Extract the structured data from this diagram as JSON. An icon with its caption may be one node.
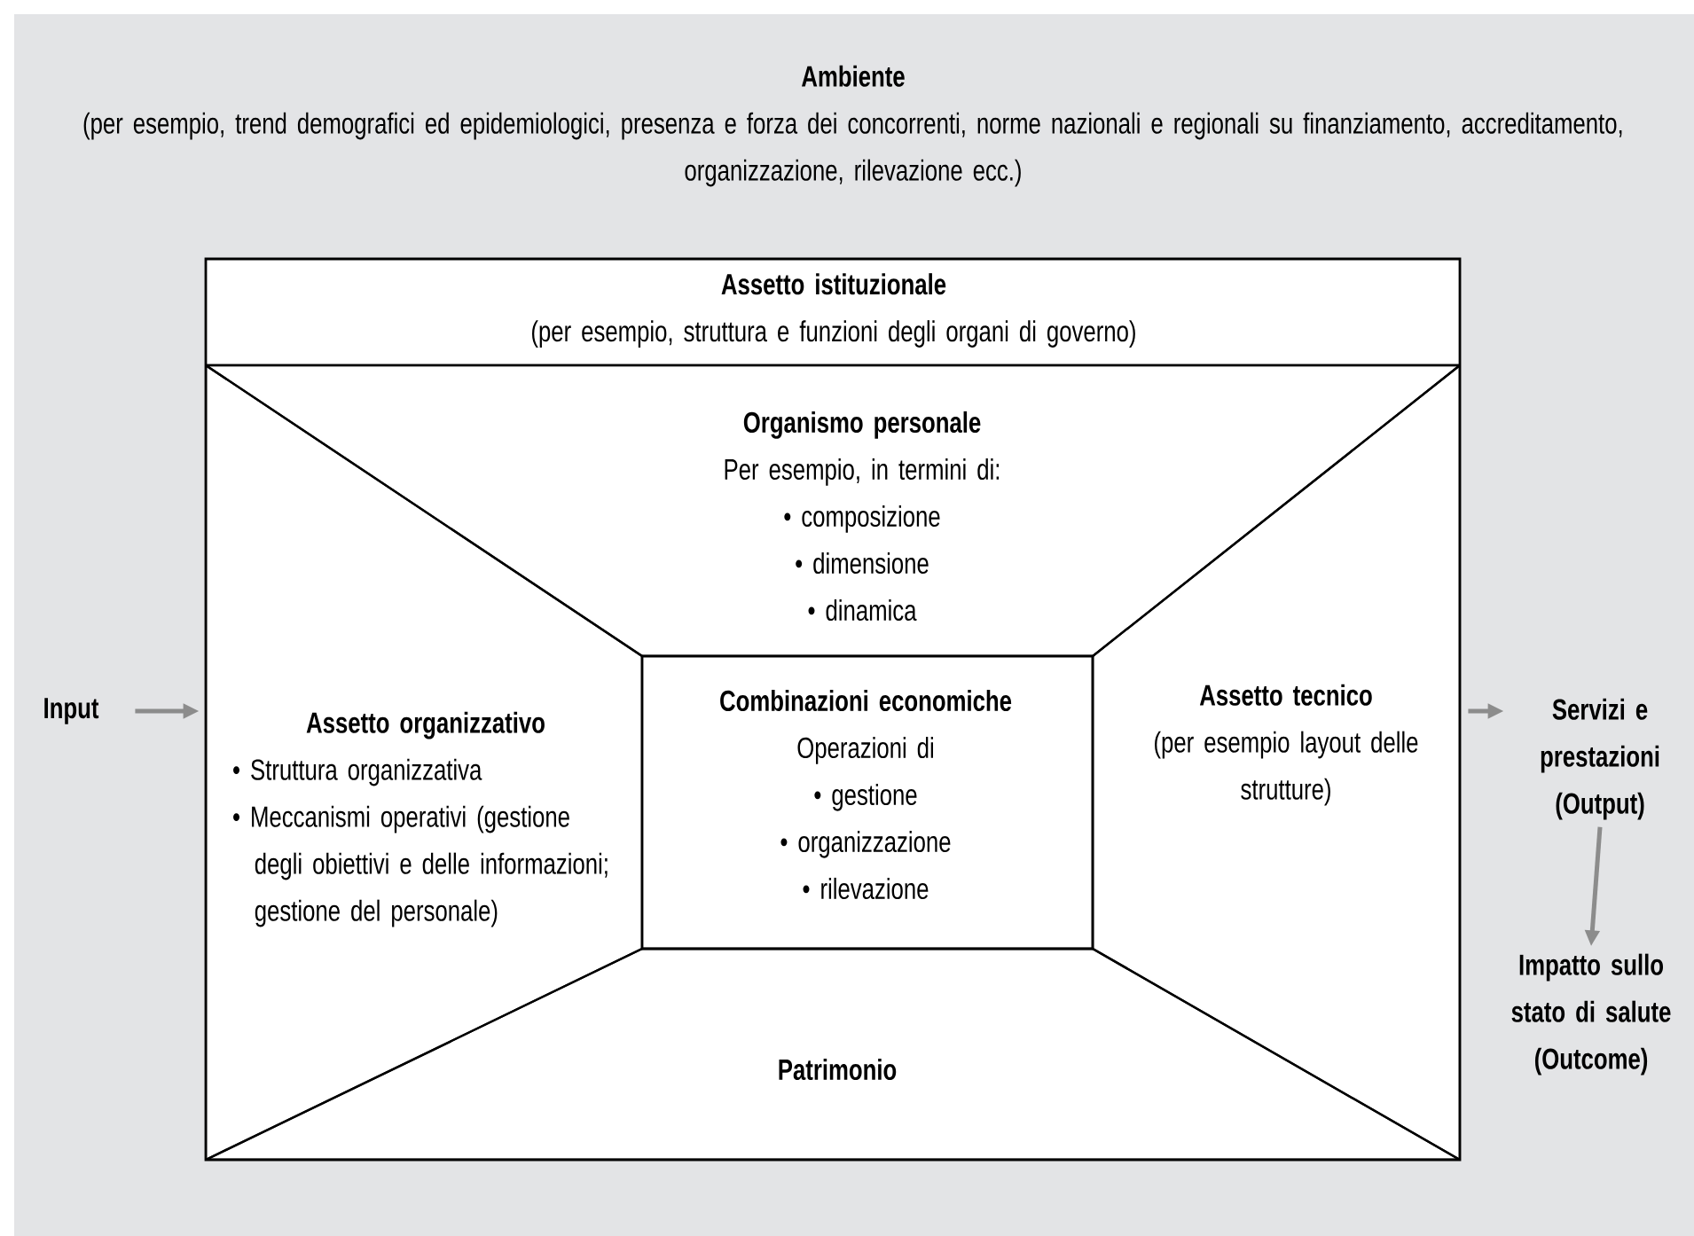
{
  "diagram": {
    "nodes": [
      {
        "text": [
          "Ambiente",
          "(per esempio, trend demografici ed epidemiologici, presenza e forza dei concorrenti, norme nazionali e regionali su finanziamento, accreditamento, organizzazione, rilevazione ecc.)"
        ]
      },
      {
        "text": [],
        "shape": "box",
        "in": 0
      },
      {
        "text": [
          "Assetto istituzionale",
          "(per esempio, struttura e funzioni degli organi di governo)"
        ],
        "in": 1
      },
      {
        "text": [
          "Organismo personale",
          "Per esempio, in termini di:",
          "• composizione",
          "• dimensione",
          "• dinamica"
        ],
        "in": 1
      },
      {
        "text": [
          "Assetto organizzativo",
          "• Struttura organizzativa",
          "• Meccanismi operativi (gestione degli obiettivi e delle informazioni; gestione del personale)"
        ],
        "in": 1
      },
      {
        "text": [
          "Combinazioni economiche",
          "Operazioni di",
          "• gestione",
          "• organizzazione",
          "• rilevazione"
        ],
        "in": 1
      },
      {
        "text": [
          "Assetto tecnico",
          "(per esempio layout delle strutture)"
        ],
        "in": 1
      },
      {
        "text": [
          "Patrimonio"
        ],
        "in": 1
      },
      {
        "text": [
          "Input"
        ],
        "in": 0
      },
      {
        "text": [
          "Servizi e prestazioni (Output)"
        ],
        "in": 0
      },
      {
        "text": [
          "Impatto sullo stato di salute (Outcome)"
        ],
        "in": 0
      }
    ],
    "edges": [
      {
        "from": 8,
        "to": 1,
        "arrow": "to"
      },
      {
        "from": 1,
        "to": 9,
        "arrow": "to"
      },
      {
        "from": 9,
        "to": 10,
        "arrow": "to"
      }
    ]
  }
}
